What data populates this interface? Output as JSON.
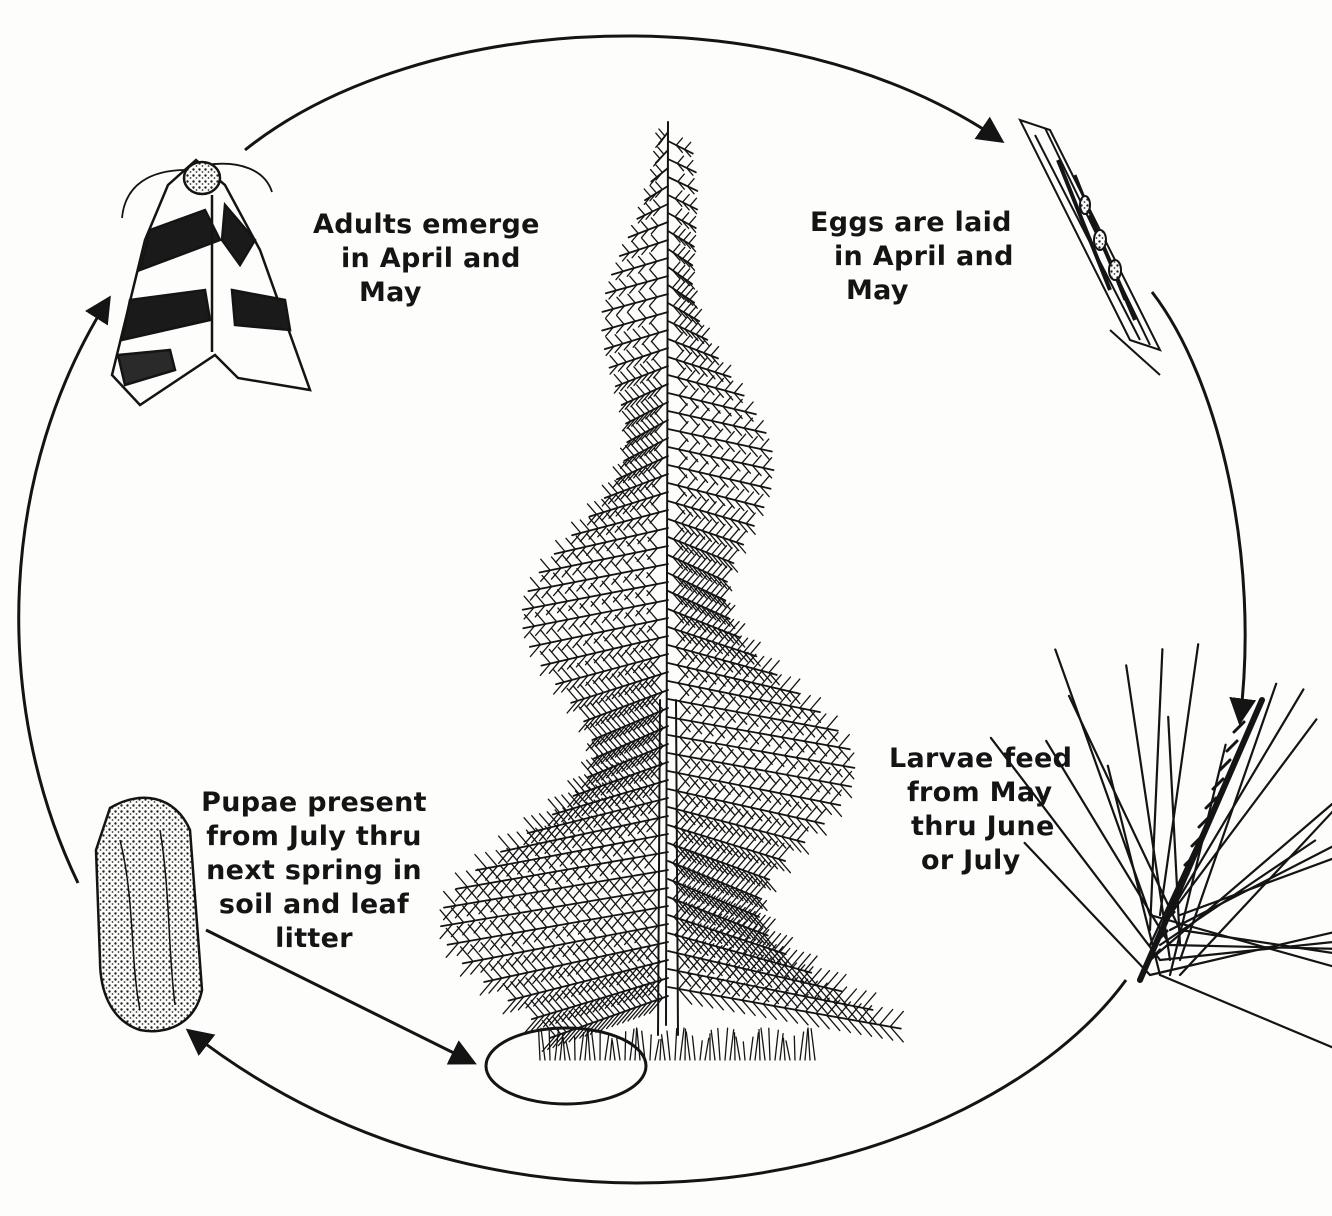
{
  "stages": {
    "adults": {
      "lines": [
        "Adults emerge",
        "in April and",
        "May"
      ]
    },
    "eggs": {
      "lines": [
        "Eggs are laid",
        "in April and",
        "May"
      ]
    },
    "larvae": {
      "lines": [
        "Larvae feed",
        "from May",
        "thru June",
        "or July"
      ]
    },
    "pupae": {
      "lines": [
        "Pupae present",
        "from July thru",
        "next spring in",
        "soil and leaf",
        "litter"
      ]
    }
  },
  "illustrations": {
    "center": "pine-tree-illustration",
    "adult": "moth-illustration",
    "egg": "pine-needle-eggs-illustration",
    "larva": "needle-tuft-larva-illustration",
    "pupa": "cocoon-illustration"
  },
  "colors": {
    "ink": "#141414",
    "paper": "#fdfdfc"
  }
}
